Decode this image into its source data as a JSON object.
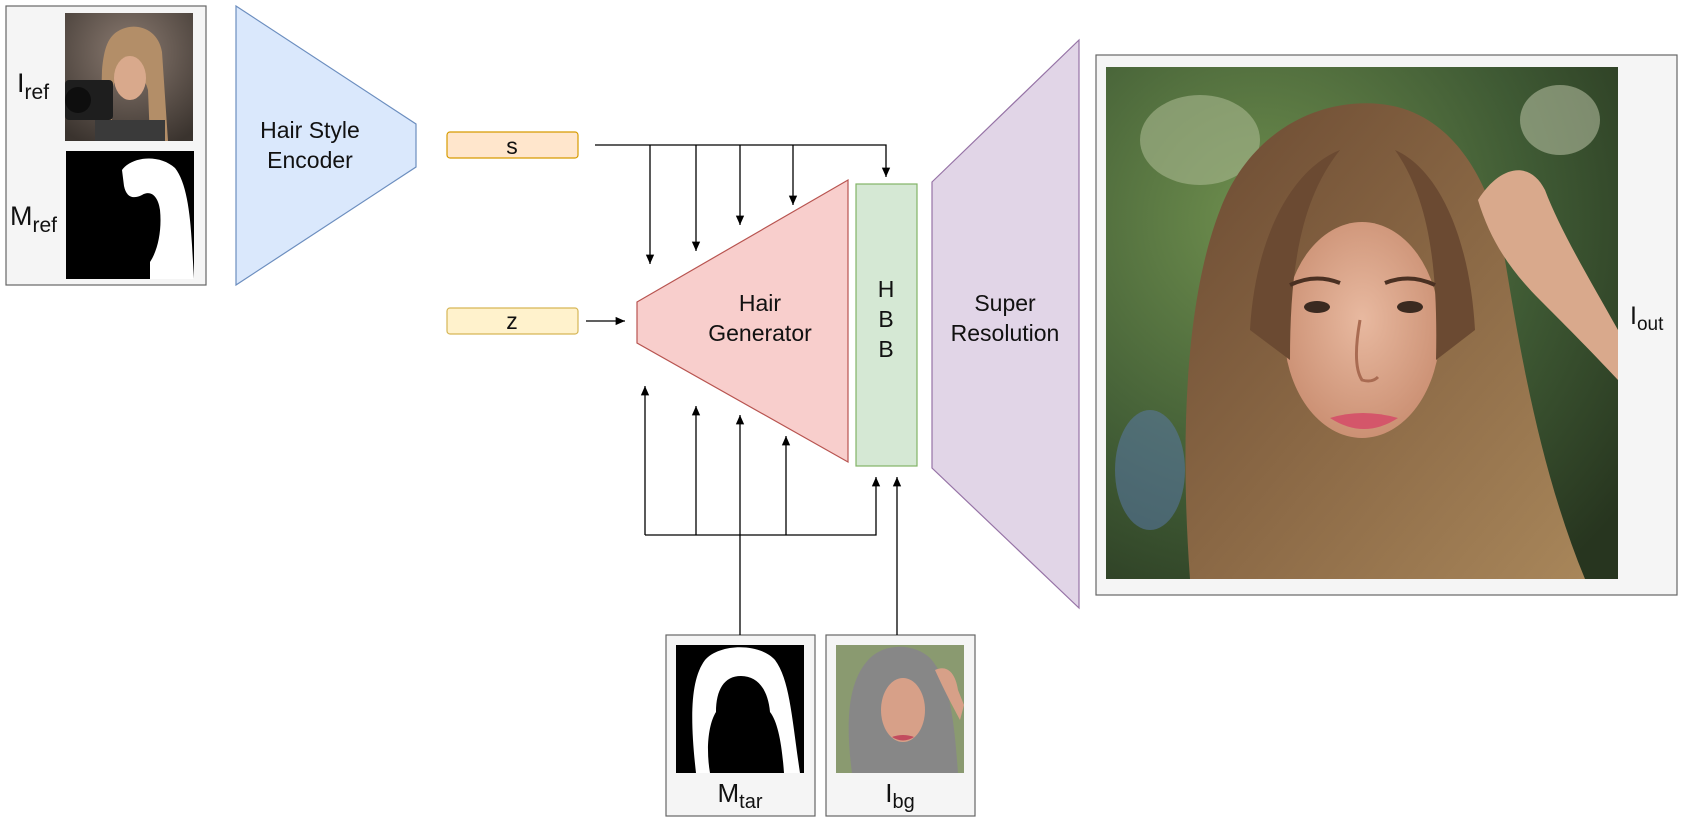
{
  "encoder": {
    "line1": "Hair Style",
    "line2": "Encoder",
    "fill": "#dae8fc",
    "stroke": "#6c8ebf"
  },
  "generator": {
    "line1": "Hair",
    "line2": "Generator",
    "fill": "#f8cecc",
    "stroke": "#b85450"
  },
  "hbb": {
    "letters": [
      "H",
      "B",
      "B"
    ],
    "fill": "#d5e8d4",
    "stroke": "#82b366"
  },
  "super_resolution": {
    "line1": "Super",
    "line2": "Resolution",
    "fill": "#e1d5e7",
    "stroke": "#9673a6"
  },
  "latents": {
    "s": {
      "label": "s",
      "fill": "#ffe6cc",
      "stroke": "#d79b00"
    },
    "z": {
      "label": "z",
      "fill": "#fff2cc",
      "stroke": "#d6b656"
    }
  },
  "inputs": {
    "ref_image": {
      "base": "I",
      "sub": "ref"
    },
    "ref_mask": {
      "base": "M",
      "sub": "ref"
    },
    "target_mask": {
      "base": "M",
      "sub": "tar"
    },
    "background": {
      "base": "I",
      "sub": "bg"
    }
  },
  "output": {
    "base": "I",
    "sub": "out"
  },
  "panel_fill": "#f5f5f5",
  "panel_stroke": "#666666"
}
